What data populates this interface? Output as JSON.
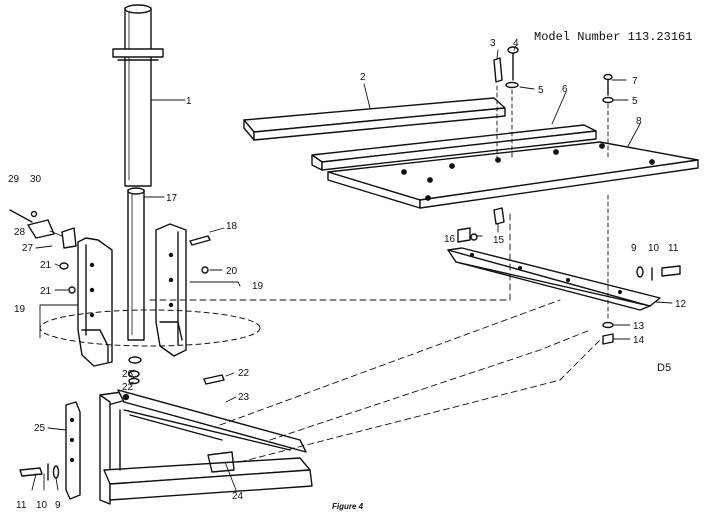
{
  "model_label": "Model Number 113.23161",
  "page_code": "D5",
  "figure_label": "Figure 4",
  "callouts": [
    {
      "id": "c1",
      "text": "1"
    },
    {
      "id": "c2",
      "text": "2"
    },
    {
      "id": "c3",
      "text": "3"
    },
    {
      "id": "c4",
      "text": "4"
    },
    {
      "id": "c5a",
      "text": "5"
    },
    {
      "id": "c5b",
      "text": "5"
    },
    {
      "id": "c6",
      "text": "6"
    },
    {
      "id": "c7",
      "text": "7"
    },
    {
      "id": "c8",
      "text": "8"
    },
    {
      "id": "c9a",
      "text": "9"
    },
    {
      "id": "c10a",
      "text": "10"
    },
    {
      "id": "c11a",
      "text": "11"
    },
    {
      "id": "c12",
      "text": "12"
    },
    {
      "id": "c13",
      "text": "13"
    },
    {
      "id": "c14",
      "text": "14"
    },
    {
      "id": "c15",
      "text": "15"
    },
    {
      "id": "c16",
      "text": "16"
    },
    {
      "id": "c17",
      "text": "17"
    },
    {
      "id": "c18",
      "text": "18"
    },
    {
      "id": "c19a",
      "text": "19"
    },
    {
      "id": "c19b",
      "text": "19"
    },
    {
      "id": "c20",
      "text": "20"
    },
    {
      "id": "c21a",
      "text": "21"
    },
    {
      "id": "c21b",
      "text": "21"
    },
    {
      "id": "c22a",
      "text": "22"
    },
    {
      "id": "c22b",
      "text": "22"
    },
    {
      "id": "c23",
      "text": "23"
    },
    {
      "id": "c24",
      "text": "24"
    },
    {
      "id": "c25",
      "text": "25"
    },
    {
      "id": "c26",
      "text": "26"
    },
    {
      "id": "c27",
      "text": "27"
    },
    {
      "id": "c28",
      "text": "28"
    },
    {
      "id": "c29",
      "text": "29"
    },
    {
      "id": "c30",
      "text": "30"
    },
    {
      "id": "c11b",
      "text": "11"
    },
    {
      "id": "c10b",
      "text": "10"
    },
    {
      "id": "c9b",
      "text": "9"
    }
  ]
}
